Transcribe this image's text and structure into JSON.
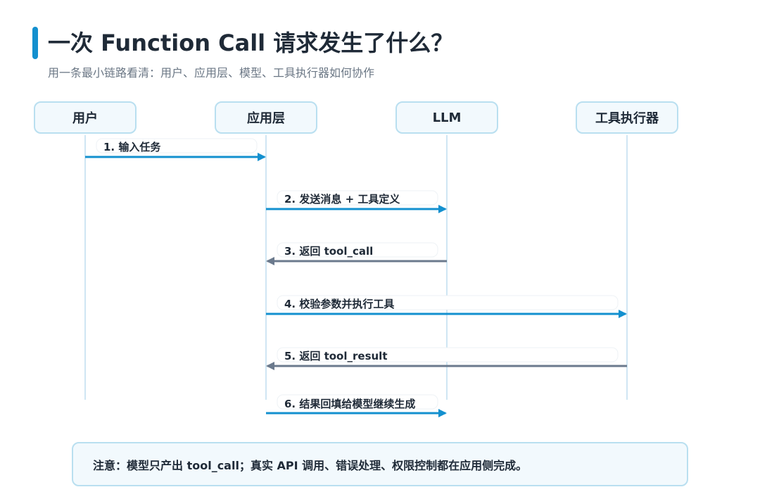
{
  "header": {
    "title": "一次 Function Call 请求发生了什么？",
    "subtitle": "用一条最小链路看清：用户、应用层、模型、工具执行器如何协作"
  },
  "actors": [
    {
      "label": "用户"
    },
    {
      "label": "应用层"
    },
    {
      "label": "LLM"
    },
    {
      "label": "工具执行器"
    }
  ],
  "messages": [
    {
      "label": "1. 输入任务",
      "from": 0,
      "to": 1,
      "kind": "request"
    },
    {
      "label": "2. 发送消息 + 工具定义",
      "from": 1,
      "to": 2,
      "kind": "request"
    },
    {
      "label": "3. 返回 tool_call",
      "from": 2,
      "to": 1,
      "kind": "return"
    },
    {
      "label": "4. 校验参数并执行工具",
      "from": 1,
      "to": 3,
      "kind": "request"
    },
    {
      "label": "5. 返回 tool_result",
      "from": 3,
      "to": 1,
      "kind": "return"
    },
    {
      "label": "6. 结果回填给模型继续生成",
      "from": 1,
      "to": 2,
      "kind": "request"
    }
  ],
  "note": {
    "text": "注意：模型只产出 tool_call；真实 API 调用、错误处理、权限控制都在应用侧完成。"
  },
  "colors": {
    "accent": "#1390cf",
    "request_arrow": "#1390cf",
    "return_arrow": "#6b7a8d",
    "lifeline": "#cfe6f3",
    "box_border": "#b9dff0",
    "box_fill": "#f2f9fd"
  }
}
